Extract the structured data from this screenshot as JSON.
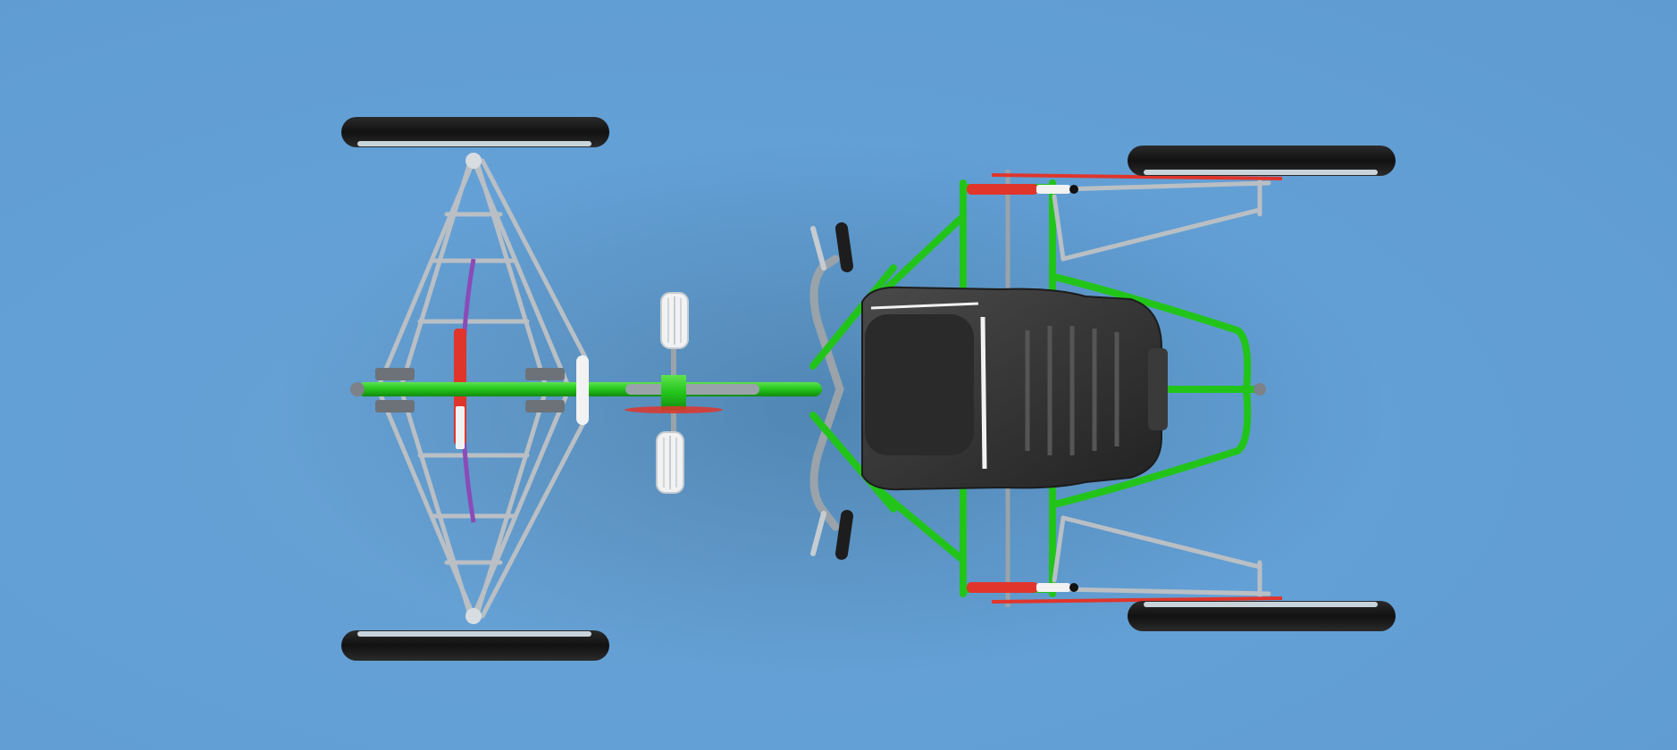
{
  "image": {
    "subject": "trike-frame-render-top-view",
    "view": "top",
    "colors": {
      "background": "#63a0d6",
      "frame": "#22c41a",
      "frame_dark": "#138a10",
      "metal": "#b9bfc4",
      "metal_dark": "#6c7278",
      "tire": "#1d1d1d",
      "seat": "#3a3a3a",
      "seat_dark": "#262626",
      "accent_red": "#e0352b",
      "accent_purple": "#8a4bb8",
      "pedal": "#f2f2f2"
    },
    "components": [
      "front-wheel-top",
      "front-wheel-bottom",
      "front-fork-truss",
      "front-shock",
      "main-spine-tube",
      "pedal-crank",
      "handlebar",
      "seat",
      "rear-frame",
      "rear-suspension-arms",
      "rear-wheel-top",
      "rear-wheel-bottom"
    ]
  }
}
